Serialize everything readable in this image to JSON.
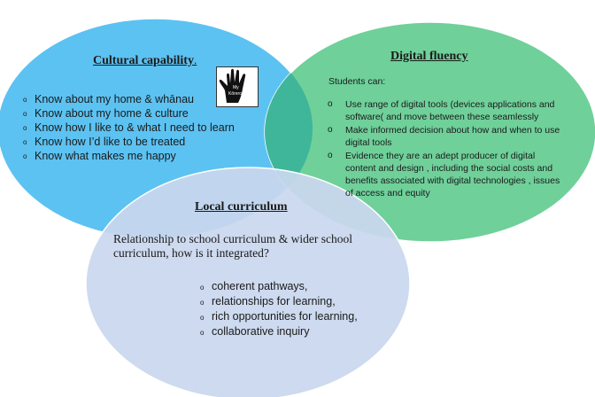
{
  "colors": {
    "cultural_fill": "#5cc2f2",
    "digital_fill": "#6fd09a",
    "local_fill": "#c9d7ee",
    "cultural_digital_overlap": "#3fb69a"
  },
  "cultural": {
    "title": "Cultural capability",
    "title_suffix": ".",
    "items": [
      "Know about my home & whānau",
      "Know about my home & culture",
      "Know how I like to & what I need to learn",
      "Know how I’d like to be treated",
      "Know what makes me happy"
    ]
  },
  "hand_icon": {
    "icon": "hand-print-icon",
    "text_top": "My",
    "text_bottom": "Kōrero"
  },
  "digital": {
    "title": "Digital fluency",
    "intro": "Students can:",
    "items": [
      "Use range of digital tools (devices applications and software( and move between these seamlessly",
      "Make informed decision about how and when to use digital tools",
      "Evidence they are an adept producer of digital content and design , including the social costs and benefits associated with digital technologies , issues of access and equity"
    ]
  },
  "local": {
    "title": "Local curriculum",
    "description": "Relationship to school curriculum & wider school curriculum, how is it integrated?",
    "items": [
      "coherent pathways,",
      "relationships for learning,",
      "rich opportunities for learning,",
      "collaborative inquiry"
    ]
  }
}
